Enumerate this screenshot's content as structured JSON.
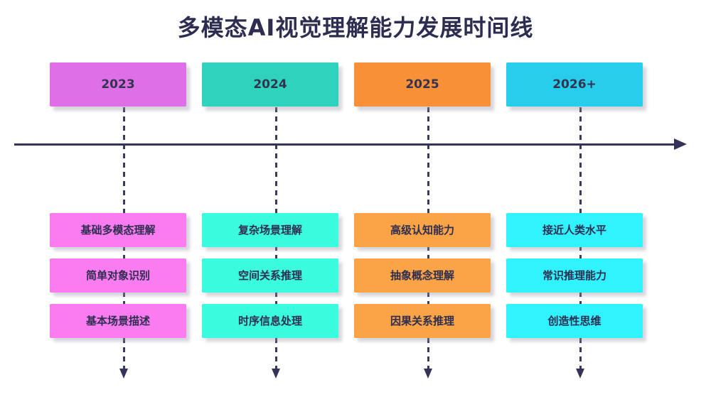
{
  "title": "多模态AI视觉理解能力发展时间线",
  "colors": {
    "text_dark": "#2d2d52",
    "axis": "#34345a",
    "background": "#ffffff"
  },
  "timeline": {
    "axis_direction": "left-to-right-arrow",
    "columns": [
      {
        "year": "2023",
        "header_color": "#df6fe6",
        "item_color": "#fb7bf0",
        "items": [
          "基础多模态理解",
          "简单对象识别",
          "基本场景描述"
        ]
      },
      {
        "year": "2024",
        "header_color": "#2fd2bd",
        "item_color": "#3bfbde",
        "items": [
          "复杂场景理解",
          "空间关系推理",
          "时序信息处理"
        ]
      },
      {
        "year": "2025",
        "header_color": "#f89038",
        "item_color": "#fba447",
        "items": [
          "高级认知能力",
          "抽象概念理解",
          "因果关系推理"
        ]
      },
      {
        "year": "2026+",
        "header_color": "#27cdea",
        "item_color": "#31f3ff",
        "items": [
          "接近人类水平",
          "常识推理能力",
          "创造性思维"
        ]
      }
    ]
  }
}
